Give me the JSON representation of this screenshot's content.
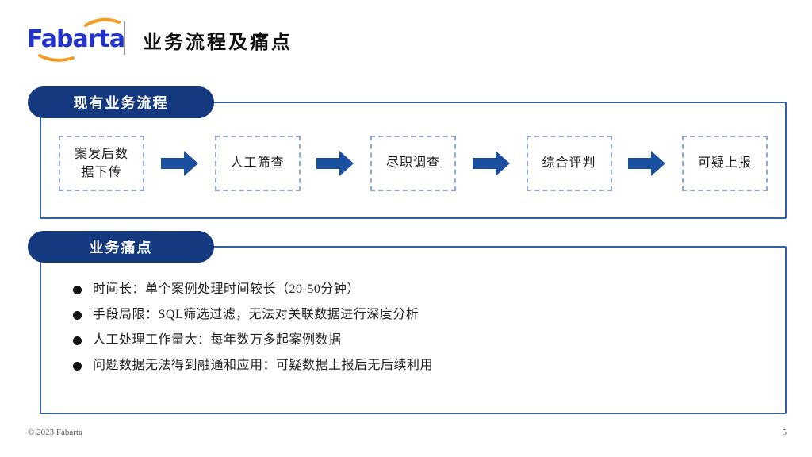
{
  "colors": {
    "badge": "#15397F",
    "box_border": "#2F5FA8",
    "arrow": "#1B4FA0",
    "step_border": "#8FA8D9",
    "logo_blue": "#2233CC",
    "logo_orange": "#F59A23",
    "text": "#1A1A1A",
    "footer": "#595959"
  },
  "header": {
    "logo_text": "Fabarta",
    "title": "业务流程及痛点"
  },
  "process": {
    "badge_label": "现有业务流程",
    "steps": [
      {
        "label": "案发后数\n据下传"
      },
      {
        "label": "人工筛查"
      },
      {
        "label": "尽职调查"
      },
      {
        "label": "综合评判"
      },
      {
        "label": "可疑上报"
      }
    ]
  },
  "pain": {
    "badge_label": "业务痛点",
    "items": [
      "时间长：单个案例处理时间较长（20-50分钟）",
      "手段局限：SQL筛选过滤，无法对关联数据进行深度分析",
      "人工处理工作量大：每年数万多起案例数据",
      "问题数据无法得到融通和应用：可疑数据上报后无后续利用"
    ]
  },
  "footer": {
    "copyright": "© 2023 Fabarta",
    "page_number": "5"
  }
}
